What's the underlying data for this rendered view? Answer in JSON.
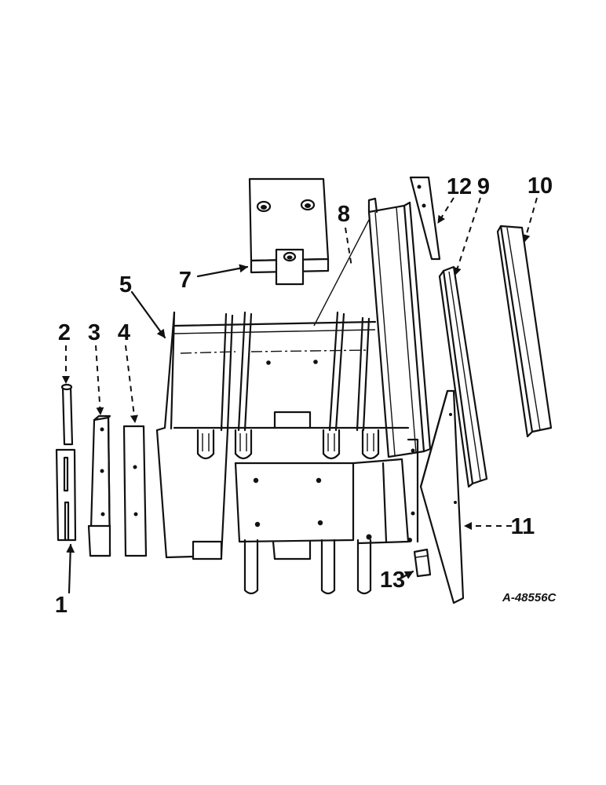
{
  "callouts": {
    "c1": "1",
    "c2": "2",
    "c3": "3",
    "c4": "4",
    "c5": "5",
    "c7": "7",
    "c8": "8",
    "c9": "9",
    "c10": "10",
    "c11": "11",
    "c12": "12",
    "c13": "13"
  },
  "drawing_ref": "A-48556C"
}
